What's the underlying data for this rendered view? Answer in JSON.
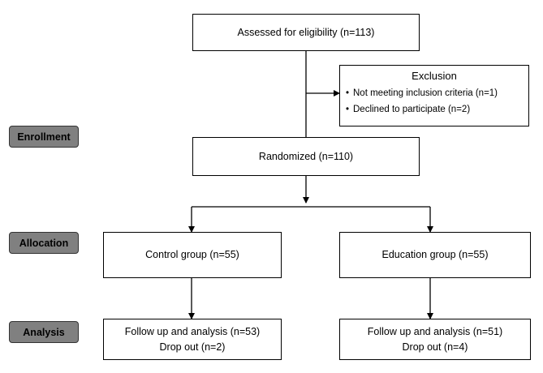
{
  "stages": {
    "enrollment": "Enrollment",
    "allocation": "Allocation",
    "analysis": "Analysis"
  },
  "assessed": "Assessed for eligibility (n=113)",
  "exclusion": {
    "title": "Exclusion",
    "items": [
      "Not meeting inclusion criteria (n=1)",
      "Declined to participate (n=2)"
    ],
    "bullet": "•"
  },
  "randomized": "Randomized (n=110)",
  "control": {
    "allocation": "Control group (n=55)",
    "analysis_line1": "Follow up and analysis (n=53)",
    "analysis_line2": "Drop out (n=2)"
  },
  "education": {
    "allocation": "Education group (n=55)",
    "analysis_line1": "Follow up and analysis (n=51)",
    "analysis_line2": "Drop out (n=4)"
  }
}
